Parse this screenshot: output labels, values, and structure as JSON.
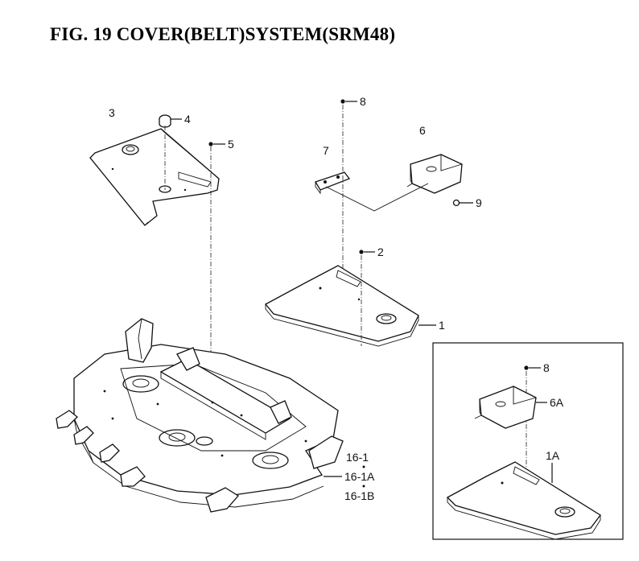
{
  "title": "FIG. 19  COVER(BELT)SYSTEM(SRM48)",
  "callouts": {
    "c1": "1",
    "c2": "2",
    "c3": "3",
    "c4": "4",
    "c5": "5",
    "c6": "6",
    "c7": "7",
    "c8": "8",
    "c9": "9",
    "c16_1": "16-1",
    "c16_1a": "16-1A",
    "c16_1b": "16-1B",
    "inset_c8": "8",
    "inset_c6a": "6A",
    "inset_c1a": "1A"
  }
}
